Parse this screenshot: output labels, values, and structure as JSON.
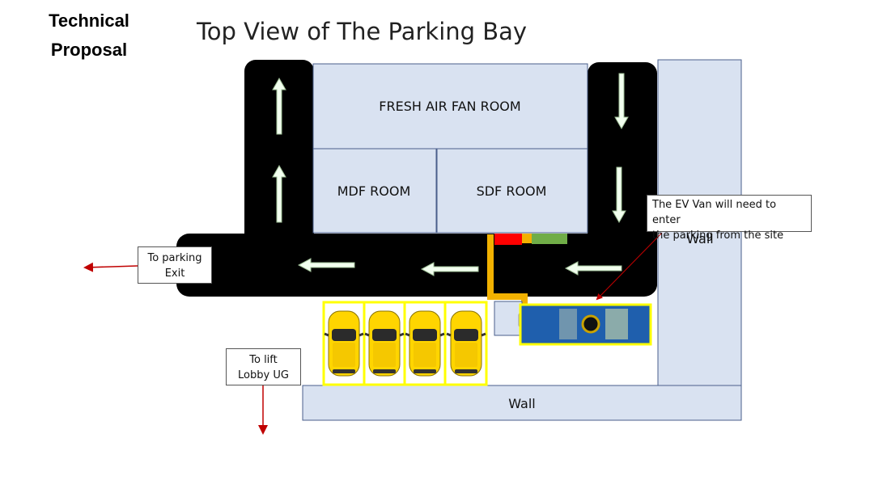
{
  "header": {
    "line1": "Technical",
    "line2": "Proposal",
    "title": "Top View of The Parking Bay"
  },
  "rooms": {
    "fresh_air": "FRESH AIR FAN ROOM",
    "mdf": "MDF ROOM",
    "sdf": "SDF ROOM"
  },
  "walls": {
    "right": "Wall",
    "bottom": "Wall"
  },
  "callouts": {
    "exit_line1": "To parking",
    "exit_line2": "Exit",
    "lift_line1": "To lift",
    "lift_line2": "Lobby UG",
    "ev_line1": "The EV Van will need to enter",
    "ev_line2": "the parking from the site"
  },
  "parking": {
    "van_count": 4
  },
  "colors": {
    "road": "#000000",
    "room_fill": "#d9e2f1",
    "room_stroke": "#4a5f8c",
    "arrow_fill": "#f2ffef",
    "bay_outline": "#ffff00",
    "van_body": "#ffd500",
    "ev_bay": "#1f5fad",
    "cable": "#f2b100",
    "red_block": "#ff0000",
    "green_block": "#70ad47",
    "pointer": "#c00000"
  }
}
